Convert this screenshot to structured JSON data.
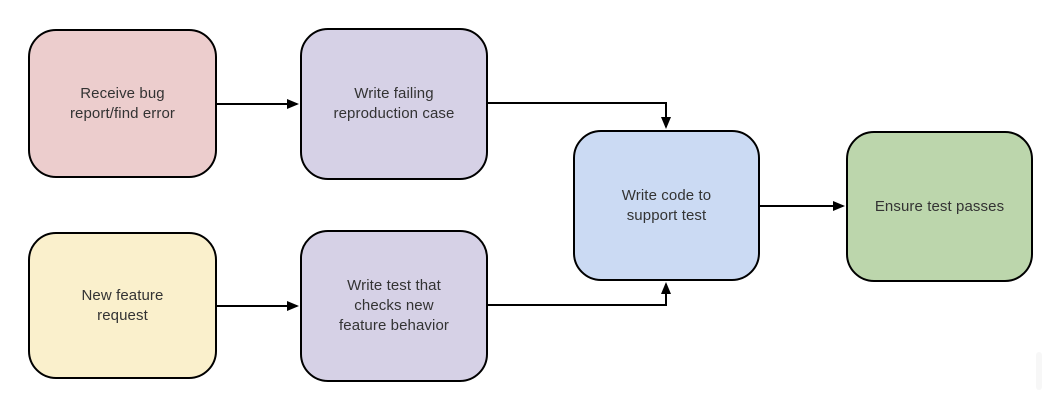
{
  "diagram": {
    "type": "flowchart",
    "background_color": "#ffffff",
    "stroke_color": "#000000",
    "text_color": "#333333",
    "nodes": [
      {
        "id": "receive-bug-report",
        "label": "Receive bug report/find error",
        "lines": [
          "Receive bug",
          "report/find error"
        ],
        "fill": "#eccdcd"
      },
      {
        "id": "write-failing-repro",
        "label": "Write failing reproduction case",
        "lines": [
          "Write failing",
          "reproduction case"
        ],
        "fill": "#d6d1e6"
      },
      {
        "id": "new-feature-request",
        "label": "New feature request",
        "lines": [
          "New feature",
          "request"
        ],
        "fill": "#faf0cc"
      },
      {
        "id": "write-test-checks",
        "label": "Write test that checks new feature behavior",
        "lines": [
          "Write test that",
          "checks new",
          "feature behavior"
        ],
        "fill": "#d6d1e6"
      },
      {
        "id": "write-code-support",
        "label": "Write code to support test",
        "lines": [
          "Write code to",
          "support test"
        ],
        "fill": "#cbdaf3"
      },
      {
        "id": "ensure-test-passes",
        "label": "Ensure test passes",
        "lines": [
          "Ensure test passes"
        ],
        "fill": "#bcd6ac"
      }
    ],
    "edges": [
      {
        "from": "receive-bug-report",
        "to": "write-failing-repro"
      },
      {
        "from": "write-failing-repro",
        "to": "write-code-support"
      },
      {
        "from": "new-feature-request",
        "to": "write-test-checks"
      },
      {
        "from": "write-test-checks",
        "to": "write-code-support"
      },
      {
        "from": "write-code-support",
        "to": "ensure-test-passes"
      }
    ]
  }
}
